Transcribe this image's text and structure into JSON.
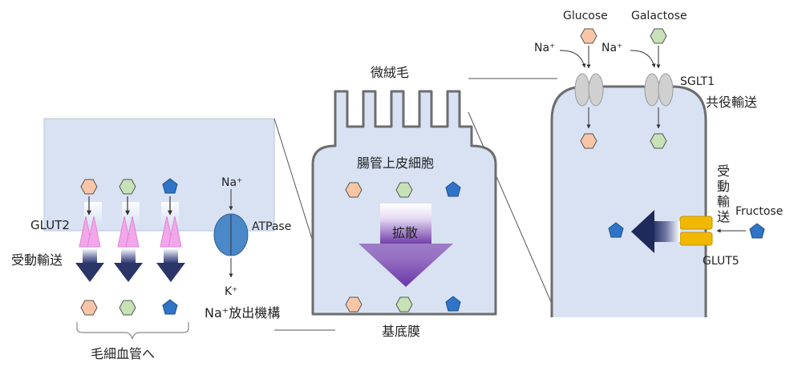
{
  "labels": {
    "glucose": "Glucose",
    "galactose": "Galactose",
    "na_plus": "Na⁺",
    "sglt1": "SGLT1",
    "cotransport": "共役輸送",
    "microvilli": "微絨毛",
    "enterocyte": "腸管上皮細胞",
    "diffusion": "拡散",
    "basement_membrane": "基底膜",
    "passive_transport_vertical": [
      "受",
      "動",
      "輸",
      "送"
    ],
    "fructose": "Fructose",
    "glut5": "GLUT5",
    "glut2": "GLUT2",
    "passive_transport": "受動輸送",
    "atpase": "ATPase",
    "k_plus": "K⁺",
    "na_export": "Na⁺放出機構",
    "to_capillary": "毛細血管へ"
  },
  "colors": {
    "cell_fill": "#d8e2f3",
    "cell_stroke": "#6d6d6d",
    "glucose": "#f8c6a6",
    "galactose": "#c7e2b6",
    "fructose": "#2f74c6",
    "glut2": "#f2a7ea",
    "glut5": "#f0b800",
    "atpase": "#4a88c8",
    "arrow_dark": "#1f2a5c",
    "diffusion_arrow": "#6a36a8"
  }
}
